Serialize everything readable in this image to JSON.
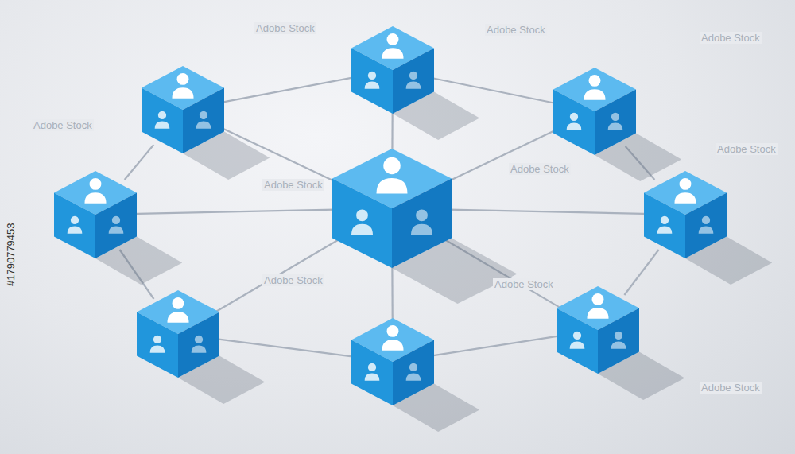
{
  "diagram": {
    "nodes": [
      {
        "text": []
      },
      {
        "text": []
      },
      {
        "text": []
      },
      {
        "text": []
      },
      {
        "text": []
      },
      {
        "text": []
      },
      {
        "text": []
      },
      {
        "text": []
      },
      {
        "text": []
      }
    ],
    "edges": [
      {
        "from": 0,
        "to": 1,
        "arrow": "none"
      },
      {
        "from": 0,
        "to": 2,
        "arrow": "none"
      },
      {
        "from": 0,
        "to": 3,
        "arrow": "none"
      },
      {
        "from": 0,
        "to": 4,
        "arrow": "none"
      },
      {
        "from": 0,
        "to": 5,
        "arrow": "none"
      },
      {
        "from": 0,
        "to": 6,
        "arrow": "none"
      },
      {
        "from": 0,
        "to": 7,
        "arrow": "none"
      },
      {
        "from": 0,
        "to": 8,
        "arrow": "none"
      },
      {
        "from": 1,
        "to": 2,
        "arrow": "none"
      },
      {
        "from": 2,
        "to": 3,
        "arrow": "none"
      },
      {
        "from": 3,
        "to": 4,
        "arrow": "none"
      },
      {
        "from": 4,
        "to": 5,
        "arrow": "none"
      },
      {
        "from": 5,
        "to": 6,
        "arrow": "none"
      },
      {
        "from": 6,
        "to": 7,
        "arrow": "none"
      },
      {
        "from": 7,
        "to": 8,
        "arrow": "none"
      },
      {
        "from": 8,
        "to": 1,
        "arrow": "none"
      }
    ],
    "labels": [
      "#1790779453",
      "Adobe Stock",
      "Adobe Stock",
      "Adobe Stock",
      "Adobe Stock",
      "Adobe Stock",
      "Adobe Stock",
      "Adobe Stock",
      "Adobe Stock",
      "Adobe Stock",
      "Adobe Stock"
    ]
  }
}
